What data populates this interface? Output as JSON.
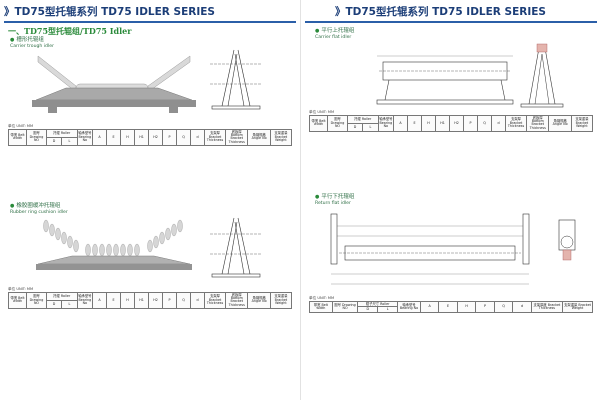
{
  "left_page": {
    "banner": "》TD75型托辊系列 TD75 IDLER SERIES",
    "series_heading": "一、TD75型托辊组/TD75 Idler",
    "sections": [
      {
        "title_cn": "槽形托辊组",
        "title_en": "Carrier trough idler",
        "unit": "单位 UNIT: MM",
        "header_row1": [
          "带宽 Belt width",
          "图号 Drawing NO",
          "托辊 Roller",
          "轴承型号 Bearing No",
          "A",
          "E",
          "H",
          "H1",
          "H2",
          "P",
          "Q",
          "d",
          "支架厚 Bracket Thickness",
          "底板厚 Bottom Bracket Thickness",
          "角钢规格 Angle No",
          "支架重量 Bracket Weight"
        ],
        "header_row2": [
          "D",
          "L"
        ],
        "rows": []
      },
      {
        "title_cn": "橡胶圈缓冲托辊组",
        "title_en": "Rubber ring cushion idler",
        "unit": "单位 UNIT: MM",
        "header_row1": [
          "带宽 Belt width",
          "图号 Drawing NO",
          "托辊 Roller",
          "轴承型号 Bearing No",
          "A",
          "E",
          "H",
          "H1",
          "H2",
          "P",
          "Q",
          "d",
          "支架厚 Bracket Thickness",
          "底板厚 Bottom Bracket Thickness",
          "角钢规格 Angle No",
          "支架重量 Bracket Weight"
        ],
        "header_row2": [
          "D",
          "L"
        ],
        "rows": []
      }
    ]
  },
  "right_page": {
    "banner": "》TD75型托辊系列 TD75 IDLER SERIES",
    "sections": [
      {
        "title_cn": "平行上托辊组",
        "title_en": "Carrier flat idler",
        "unit": "单位 UNIT: MM",
        "header_row1": [
          "带宽 Belt width",
          "图号 Drawing NO",
          "托辊 Roller",
          "轴承型号 Bearing No",
          "A",
          "E",
          "H",
          "H1",
          "H2",
          "P",
          "Q",
          "d",
          "支架厚 Bracket Thickness",
          "底板厚 Bottom Bracket Thickness",
          "角钢规格 Angle No",
          "支架重量 Bracket Weight"
        ],
        "header_row2": [
          "D",
          "L"
        ],
        "rows": []
      },
      {
        "title_cn": "平行下托辊组",
        "title_en": "Return flat idler",
        "unit": "单位 UNIT: MM",
        "header_row1": [
          "带宽 Belt width",
          "图号 Drawing NO",
          "辊子尺寸 Roller",
          "轴承型号 Bearing No",
          "A",
          "E",
          "H",
          "P",
          "Q",
          "d",
          "支架厚度 Bracket Thickness",
          "支架重量 Bracket Weight"
        ],
        "header_row2": [
          "D",
          "L"
        ],
        "rows": []
      }
    ]
  }
}
